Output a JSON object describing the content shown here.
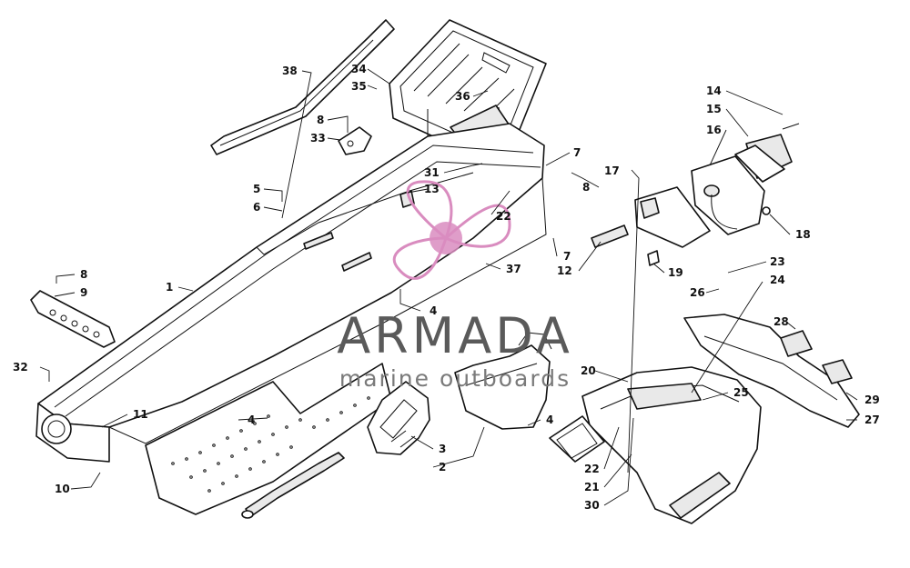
{
  "watermark": {
    "brand": "ARMADA",
    "tagline": "marine outboards",
    "color_text": "#5a5a5a",
    "color_sub": "#7a7a7a",
    "color_logo": "#d98cbf"
  },
  "callouts": [
    {
      "id": "c-38",
      "label": "38"
    },
    {
      "id": "c-34",
      "label": "34"
    },
    {
      "id": "c-35",
      "label": "35"
    },
    {
      "id": "c-36",
      "label": "36"
    },
    {
      "id": "c-8a",
      "label": "8"
    },
    {
      "id": "c-33",
      "label": "33"
    },
    {
      "id": "c-5",
      "label": "5"
    },
    {
      "id": "c-6",
      "label": "6"
    },
    {
      "id": "c-31",
      "label": "31"
    },
    {
      "id": "c-13",
      "label": "13"
    },
    {
      "id": "c-22a",
      "label": "22"
    },
    {
      "id": "c-7a",
      "label": "7"
    },
    {
      "id": "c-8b",
      "label": "8"
    },
    {
      "id": "c-7b",
      "label": "7"
    },
    {
      "id": "c-12",
      "label": "12"
    },
    {
      "id": "c-37",
      "label": "37"
    },
    {
      "id": "c-8c",
      "label": "8"
    },
    {
      "id": "c-9",
      "label": "9"
    },
    {
      "id": "c-1",
      "label": "1"
    },
    {
      "id": "c-4a",
      "label": "4"
    },
    {
      "id": "c-32",
      "label": "32"
    },
    {
      "id": "c-11",
      "label": "11"
    },
    {
      "id": "c-4b",
      "label": "4"
    },
    {
      "id": "c-10",
      "label": "10"
    },
    {
      "id": "c-3",
      "label": "3"
    },
    {
      "id": "c-2",
      "label": "2"
    },
    {
      "id": "c-4c",
      "label": "4"
    },
    {
      "id": "c-14",
      "label": "14"
    },
    {
      "id": "c-15",
      "label": "15"
    },
    {
      "id": "c-16",
      "label": "16"
    },
    {
      "id": "c-17",
      "label": "17"
    },
    {
      "id": "c-18",
      "label": "18"
    },
    {
      "id": "c-19",
      "label": "19"
    },
    {
      "id": "c-23",
      "label": "23"
    },
    {
      "id": "c-24",
      "label": "24"
    },
    {
      "id": "c-26",
      "label": "26"
    },
    {
      "id": "c-28",
      "label": "28"
    },
    {
      "id": "c-20",
      "label": "20"
    },
    {
      "id": "c-25",
      "label": "25"
    },
    {
      "id": "c-29",
      "label": "29"
    },
    {
      "id": "c-27",
      "label": "27"
    },
    {
      "id": "c-22b",
      "label": "22"
    },
    {
      "id": "c-21",
      "label": "21"
    },
    {
      "id": "c-30",
      "label": "30"
    }
  ]
}
